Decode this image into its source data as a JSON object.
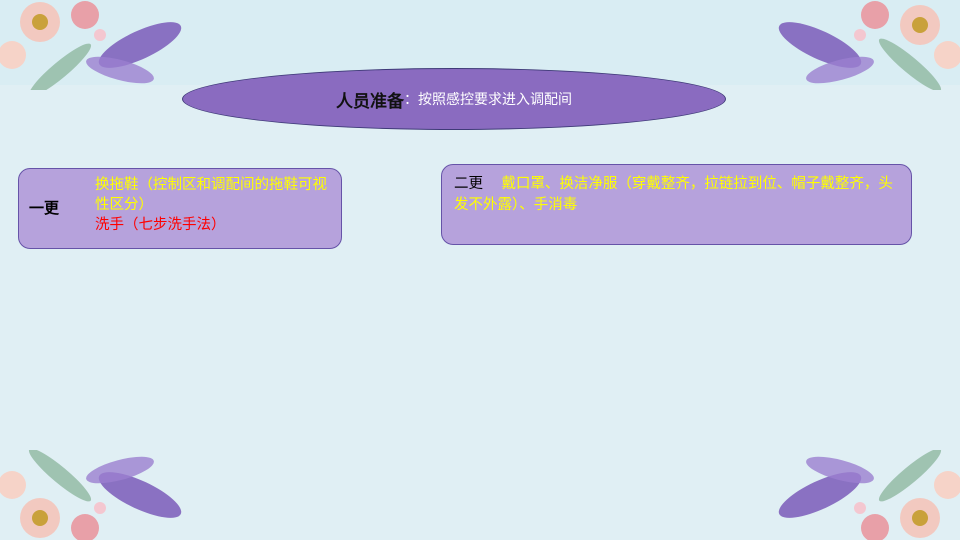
{
  "title": {
    "heading": "人员准备",
    "separator": "：",
    "subtitle": "按照感控要求进入调配间"
  },
  "cards": [
    {
      "label": "一更",
      "lines": [
        "换拖鞋（控制区和调配间的拖鞋可视性区分）"
      ],
      "line_red": "洗手（七步洗手法）"
    },
    {
      "label": "二更",
      "body": "戴口罩、换洁净服（穿戴整齐，拉链拉到位、帽子戴整齐，头发不外露）、手消毒"
    }
  ],
  "colors": {
    "ellipse": "#8a6bc0",
    "card_fill": "#b6a2dc",
    "card_border": "#6653a8",
    "highlight_text": "#ffff00",
    "alert_text": "#ff0000"
  },
  "decor": {
    "corner_icon": "floral-watercolor-icon"
  }
}
